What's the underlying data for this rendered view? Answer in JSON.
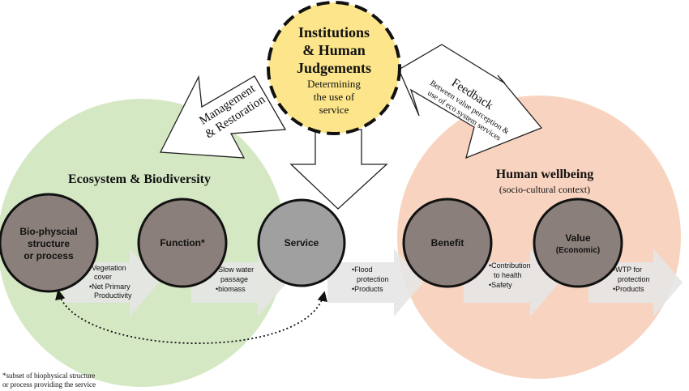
{
  "institutions": {
    "title_lines": [
      "Institutions",
      "& Human",
      "Judgements"
    ],
    "subtitle_lines": [
      "Determining",
      "the use of",
      "service"
    ]
  },
  "management": {
    "lines": [
      "Management",
      "& Restoration"
    ]
  },
  "feedback": {
    "title": "Feedback",
    "sub_lines": [
      "Between value perception &",
      "use of eco system services"
    ]
  },
  "ecosystem": {
    "title": "Ecosystem & Biodiversity"
  },
  "human": {
    "title": "Human wellbeing",
    "subtitle": "(socio-cultural context)"
  },
  "nodes": {
    "biophysical": [
      "Bio-physcial",
      "structure",
      "or process"
    ],
    "function": "Function*",
    "service": "Service",
    "benefit": "Benefit",
    "value": [
      "Value",
      "(Economic)"
    ]
  },
  "flows": {
    "f1": [
      "•Vegetation",
      "cover",
      "•Net Primary",
      "Productivity"
    ],
    "f2": [
      "•Slow water",
      "passage",
      "•biomass"
    ],
    "f3": [
      "•Flood",
      "protection",
      "•Products"
    ],
    "f4": [
      "•Contribution",
      "to health",
      "•Safety"
    ],
    "f5": [
      "•WTP for",
      "protection",
      "•Products"
    ]
  },
  "footnote": [
    "*subset of biophysical structure",
    "or process providing the service"
  ],
  "colors": {
    "ecosystem_fill": "#d5e8c4",
    "human_fill": "#f8d4c0",
    "institution_fill": "#fce58a",
    "node_fill": "#8a7f7a",
    "service_fill": "#a0a0a0",
    "flow_arrow": "#ebebeb"
  }
}
